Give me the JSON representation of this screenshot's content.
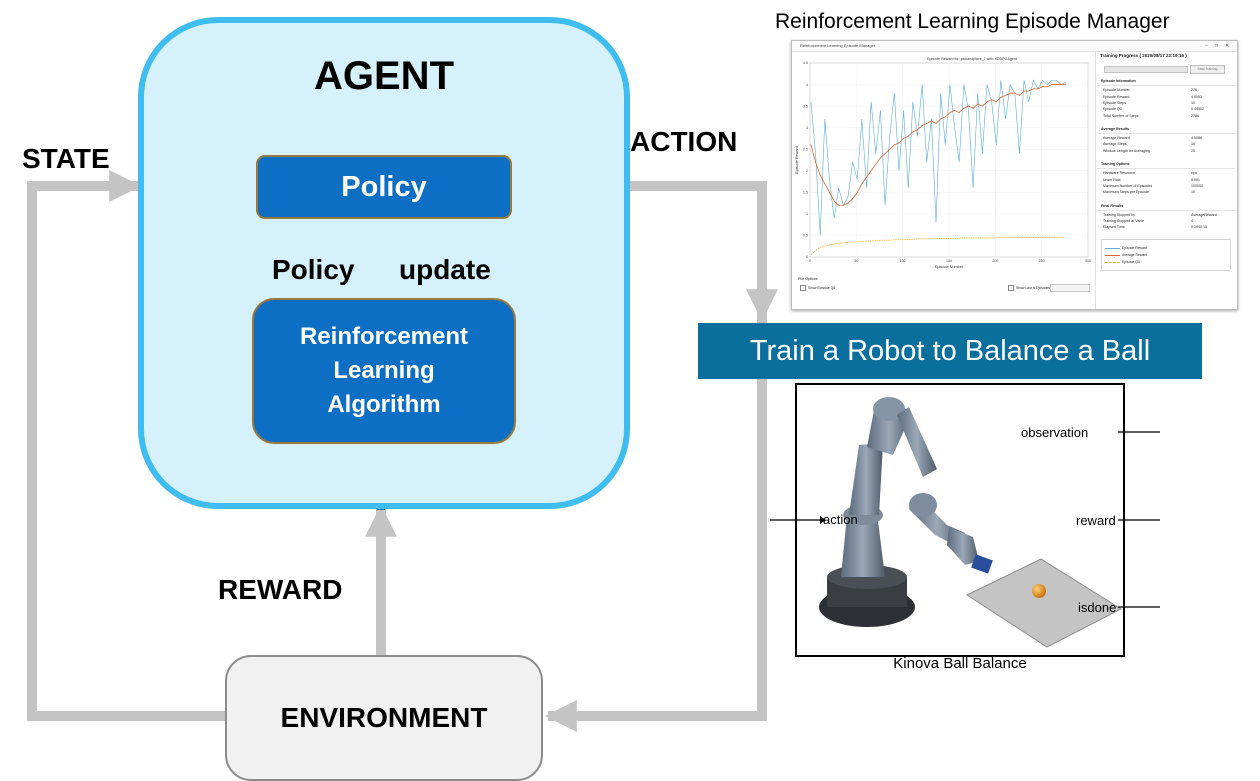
{
  "agent": {
    "title": "AGENT",
    "policy_label": "Policy",
    "rl_algorithm_lines": [
      "Reinforcement",
      "Learning",
      "Algorithm"
    ],
    "policy_update_label_left": "Policy",
    "policy_update_label_right": "update"
  },
  "labels": {
    "state": "STATE",
    "action": "ACTION",
    "reward": "REWARD"
  },
  "environment": {
    "label": "ENVIRONMENT"
  },
  "banner": {
    "text": "Train a Robot to Balance a Ball"
  },
  "episode_manager": {
    "heading": "Reinforcement Learning Episode Manager",
    "window_title": "Reinforcement Learning Episode Manager",
    "training_progress": "Training Progress ( 2020/08/17 22:19:16 )",
    "stop_button": "Stop Training",
    "plot_title": "Episode Reward for: pickandplace_7 with: rlDDPGAgent",
    "xlabel": "Episode Number",
    "ylabel": "Episode Reward",
    "sections": [
      {
        "title": "Episode Information",
        "rows": [
          {
            "k": "Episode Number",
            "v": "276"
          },
          {
            "k": "Episode Reward",
            "v": "4.0053"
          },
          {
            "k": "Episode Steps",
            "v": "10"
          },
          {
            "k": "Episode Q0",
            "v": "0.44502"
          },
          {
            "k": "Total Number of Steps",
            "v": "2786"
          }
        ]
      },
      {
        "title": "Average Results",
        "rows": [
          {
            "k": "Average Reward",
            "v": "4.0086"
          },
          {
            "k": "Average Steps",
            "v": "10"
          },
          {
            "k": "Window Length for Averaging",
            "v": "20"
          }
        ]
      },
      {
        "title": "Training Options",
        "rows": [
          {
            "k": "Hardware Resource",
            "v": "cpu"
          },
          {
            "k": "Learn Rate",
            "v": "0.001"
          },
          {
            "k": "Maximum Number of Episodes",
            "v": "100000"
          },
          {
            "k": "Maximum Steps per Episode",
            "v": "10"
          }
        ]
      },
      {
        "title": "Final Results",
        "rows": [
          {
            "k": "Training Stopped by",
            "v": "AverageReward"
          },
          {
            "k": "Training Stopped at Value",
            "v": "4"
          },
          {
            "k": "Elapsed Time",
            "v": "0:1940:15"
          }
        ]
      }
    ],
    "legend": [
      "Episode Reward",
      "Average Reward",
      "Episode Q0"
    ],
    "plot_options_label": "Plot Options",
    "show_q0_label": "Show Episode Q0",
    "show_last_n_label": "Show Last N Episodes",
    "colors": {
      "episode_reward": "#5aaedc",
      "average_reward": "#d9662c",
      "episode_q0": "#f0b33a"
    }
  },
  "chart_data": {
    "type": "line",
    "title": "Episode Reward for: pickandplace_7 with: rlDDPGAgent",
    "xlabel": "Episode Number",
    "ylabel": "Episode Reward",
    "xlim": [
      0,
      300
    ],
    "ylim": [
      0,
      4.5
    ],
    "x_ticks": [
      0,
      50,
      100,
      150,
      200,
      250,
      300
    ],
    "y_ticks": [
      0,
      0.5,
      1,
      1.5,
      2,
      2.5,
      3,
      3.5,
      4,
      4.5
    ],
    "legend_position": "bottom",
    "series": [
      {
        "name": "Episode Reward",
        "color": "#5aaedc",
        "x": [
          1,
          6,
          11,
          16,
          21,
          26,
          31,
          36,
          41,
          46,
          51,
          56,
          61,
          66,
          71,
          76,
          81,
          86,
          91,
          96,
          101,
          106,
          111,
          116,
          121,
          126,
          131,
          136,
          141,
          146,
          151,
          156,
          161,
          166,
          171,
          176,
          181,
          186,
          191,
          196,
          201,
          206,
          211,
          216,
          221,
          226,
          231,
          236,
          241,
          246,
          251,
          256,
          261,
          266,
          271,
          276
        ],
        "y": [
          3.6,
          2.4,
          0.5,
          3.2,
          1.8,
          0.9,
          1.6,
          1.2,
          1.4,
          2.2,
          1.8,
          3.2,
          1.6,
          3.6,
          2.4,
          3.4,
          1.2,
          2.8,
          3.8,
          2.0,
          3.4,
          1.6,
          3.6,
          2.8,
          4.0,
          2.2,
          3.2,
          0.8,
          3.8,
          2.6,
          4.0,
          3.0,
          2.2,
          4.0,
          3.4,
          1.6,
          3.8,
          2.4,
          4.0,
          3.6,
          2.6,
          4.1,
          3.2,
          4.0,
          3.8,
          2.4,
          4.1,
          3.6,
          4.1,
          3.9,
          4.1,
          4.0,
          4.1,
          4.1,
          4.0,
          4.05
        ]
      },
      {
        "name": "Average Reward",
        "color": "#d9662c",
        "x": [
          1,
          6,
          11,
          16,
          21,
          26,
          31,
          36,
          41,
          46,
          51,
          56,
          61,
          66,
          71,
          76,
          81,
          86,
          91,
          96,
          101,
          106,
          111,
          116,
          121,
          126,
          131,
          136,
          141,
          146,
          151,
          156,
          161,
          166,
          171,
          176,
          181,
          186,
          191,
          196,
          201,
          206,
          211,
          216,
          221,
          226,
          231,
          236,
          241,
          246,
          251,
          256,
          261,
          266,
          271,
          276
        ],
        "y": [
          2.6,
          2.2,
          1.9,
          1.7,
          1.5,
          1.3,
          1.2,
          1.2,
          1.25,
          1.35,
          1.5,
          1.7,
          1.85,
          2.0,
          2.15,
          2.3,
          2.4,
          2.5,
          2.6,
          2.65,
          2.75,
          2.8,
          2.9,
          2.95,
          3.05,
          3.1,
          3.15,
          3.1,
          3.2,
          3.25,
          3.35,
          3.4,
          3.35,
          3.45,
          3.5,
          3.45,
          3.55,
          3.5,
          3.6,
          3.65,
          3.6,
          3.7,
          3.75,
          3.8,
          3.8,
          3.75,
          3.85,
          3.85,
          3.9,
          3.9,
          3.95,
          3.95,
          4.0,
          4.0,
          4.0,
          4.01
        ]
      },
      {
        "name": "Episode Q0",
        "color": "#f0b33a",
        "x": [
          1,
          6,
          11,
          16,
          21,
          26,
          31,
          36,
          41,
          46,
          51,
          56,
          61,
          66,
          71,
          76,
          81,
          86,
          91,
          96,
          101,
          106,
          111,
          116,
          121,
          126,
          131,
          136,
          141,
          146,
          151,
          156,
          161,
          166,
          171,
          176,
          181,
          186,
          191,
          196,
          201,
          206,
          211,
          216,
          221,
          226,
          231,
          236,
          241,
          246,
          251,
          256,
          261,
          266,
          271,
          276
        ],
        "y": [
          0.05,
          0.15,
          0.22,
          0.25,
          0.28,
          0.3,
          0.32,
          0.33,
          0.34,
          0.35,
          0.35,
          0.36,
          0.37,
          0.37,
          0.38,
          0.38,
          0.39,
          0.39,
          0.4,
          0.4,
          0.4,
          0.41,
          0.41,
          0.42,
          0.42,
          0.42,
          0.42,
          0.43,
          0.43,
          0.43,
          0.43,
          0.43,
          0.44,
          0.44,
          0.44,
          0.44,
          0.44,
          0.44,
          0.44,
          0.44,
          0.44,
          0.45,
          0.45,
          0.45,
          0.45,
          0.45,
          0.45,
          0.45,
          0.45,
          0.45,
          0.45,
          0.45,
          0.45,
          0.45,
          0.45,
          0.45
        ]
      }
    ]
  },
  "simulink": {
    "caption": "Kinova Ball Balance",
    "ports_out": [
      "observation",
      "reward",
      "isdone"
    ],
    "port_in": "action"
  },
  "colors": {
    "agent_border": "#3fbcf0",
    "agent_fill": "#d5f1fb",
    "block_fill": "#0d6fc3",
    "arrow_blue": "#0c76b3",
    "arrow_gray": "#c4c4c4",
    "banner": "#0a6f9d"
  }
}
